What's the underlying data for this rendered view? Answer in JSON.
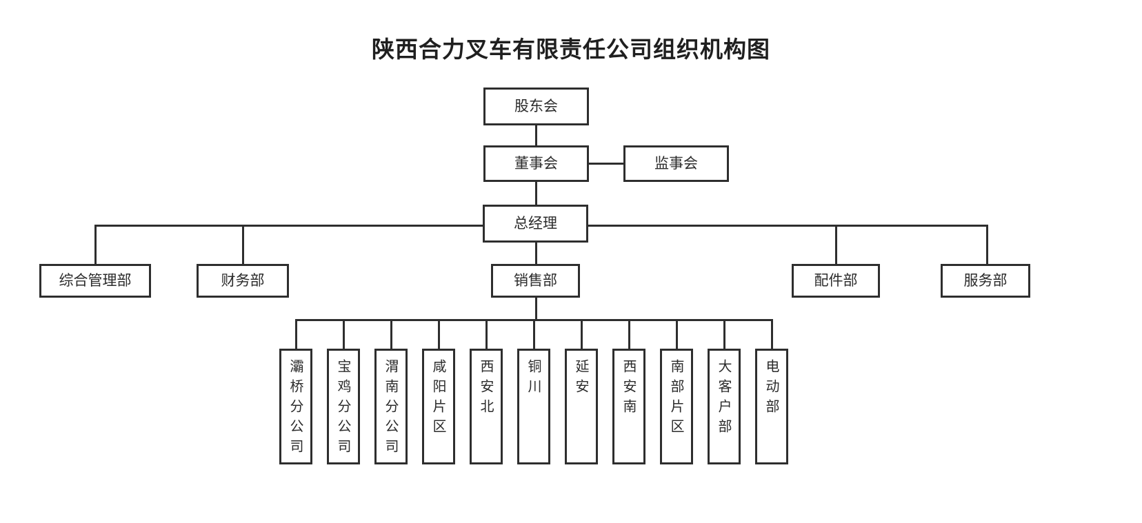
{
  "title": "陕西合力叉车有限责任公司组织机构图",
  "diagram": {
    "type": "org-chart",
    "orientation": "top-down",
    "line_color": "#2e2e2e",
    "box_fill": "#ffffff",
    "text_color": "#2b2b2b",
    "levels": [
      {
        "level": 1,
        "nodes": [
          "股东会"
        ]
      },
      {
        "level": 2,
        "nodes": [
          "董事会",
          "监事会"
        ]
      },
      {
        "level": 3,
        "nodes": [
          "总经理"
        ]
      },
      {
        "level": 4,
        "nodes": [
          "综合管理部",
          "财务部",
          "销售部",
          "配件部",
          "服务部"
        ]
      },
      {
        "level": 5,
        "nodes": [
          "灞桥分公司",
          "宝鸡分公司",
          "渭南分公司",
          "咸阳片区",
          "西安北",
          "铜川",
          "延安",
          "西安南",
          "南部片区",
          "大客户部",
          "电动部"
        ]
      }
    ]
  },
  "nodes": {
    "shareholders_meeting": "股东会",
    "board_of_directors": "董事会",
    "supervisory_board": "监事会",
    "general_manager": "总经理",
    "dept_general_admin": "综合管理部",
    "dept_finance": "财务部",
    "dept_sales": "销售部",
    "dept_parts": "配件部",
    "dept_service": "服务部"
  },
  "sales_branches": [
    {
      "id": "baqiao",
      "label": "灞桥分公司"
    },
    {
      "id": "baoji",
      "label": "宝鸡分公司"
    },
    {
      "id": "weinan",
      "label": "渭南分公司"
    },
    {
      "id": "xianyang",
      "label": "咸阳片区"
    },
    {
      "id": "xian-north",
      "label": "西安北"
    },
    {
      "id": "tongchuan",
      "label": "铜川"
    },
    {
      "id": "yanan",
      "label": "延安"
    },
    {
      "id": "xian-south",
      "label": "西安南"
    },
    {
      "id": "south-region",
      "label": "南部片区"
    },
    {
      "id": "key-accounts",
      "label": "大客户部"
    },
    {
      "id": "electric",
      "label": "电动部"
    }
  ]
}
